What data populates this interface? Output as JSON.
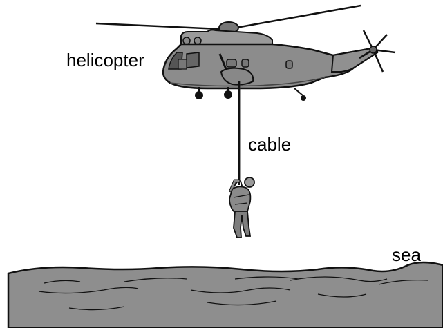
{
  "labels": {
    "helicopter": "helicopter",
    "cable": "cable",
    "sea": "sea"
  },
  "colors": {
    "body_gray": "#8c8c8c",
    "dark_gray": "#555555",
    "sea_gray": "#8e8e8e",
    "outline": "#111111"
  },
  "icons": {
    "helicopter": "helicopter-icon",
    "person": "person-icon",
    "sea": "sea-waves"
  }
}
